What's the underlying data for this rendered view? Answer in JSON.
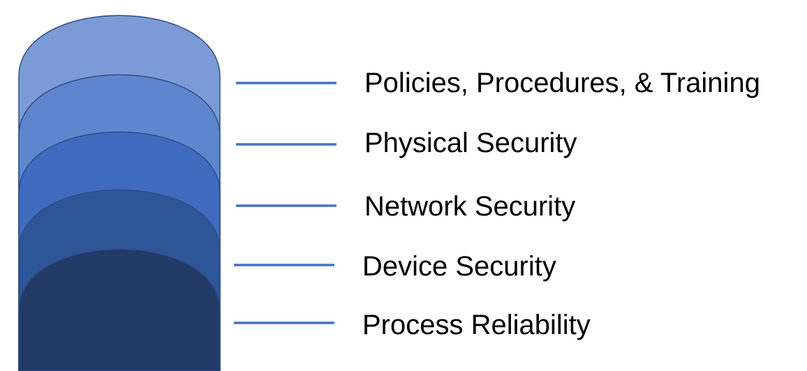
{
  "layers": [
    {
      "label": "Policies, Procedures, & Training",
      "color": "#7C9BD6"
    },
    {
      "label": "Physical Security",
      "color": "#5E86CF"
    },
    {
      "label": "Network Security",
      "color": "#3E6BBD"
    },
    {
      "label": "Device Security",
      "color": "#2E5598"
    },
    {
      "label": "Process Reliability",
      "color": "#213A66"
    }
  ],
  "connector_color": "#4472C4",
  "outline_color": "#2F4E86"
}
